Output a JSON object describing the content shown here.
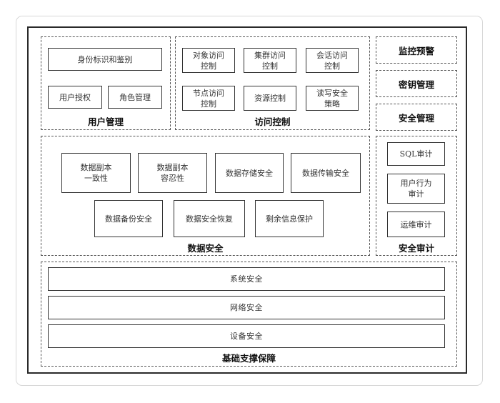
{
  "user_mgmt": {
    "title": "用户管理",
    "items": [
      "身份标识和鉴别",
      "用户授权",
      "角色管理"
    ]
  },
  "access_ctrl": {
    "title": "访问控制",
    "items": [
      "对象访问\n控制",
      "集群访问\n控制",
      "会话访问\n控制",
      "节点访问\n控制",
      "资源控制",
      "读写安全\n策略"
    ]
  },
  "right_panel": {
    "monitor": "监控预警",
    "key_mgmt": "密钥管理",
    "security_mgmt": "安全管理"
  },
  "data_security": {
    "title": "数据安全",
    "items": [
      "数据副本\n一致性",
      "数据副本\n容忍性",
      "数据存储安全",
      "数据传输安全",
      "数据备份安全",
      "数据安全恢复",
      "剩余信息保护"
    ]
  },
  "security_audit": {
    "title": "安全审计",
    "items": [
      "SQL审计",
      "用户行为\n审计",
      "运维审计"
    ]
  },
  "infrastructure": {
    "title": "基础支撑保障",
    "items": [
      "系统安全",
      "网络安全",
      "设备安全"
    ]
  }
}
